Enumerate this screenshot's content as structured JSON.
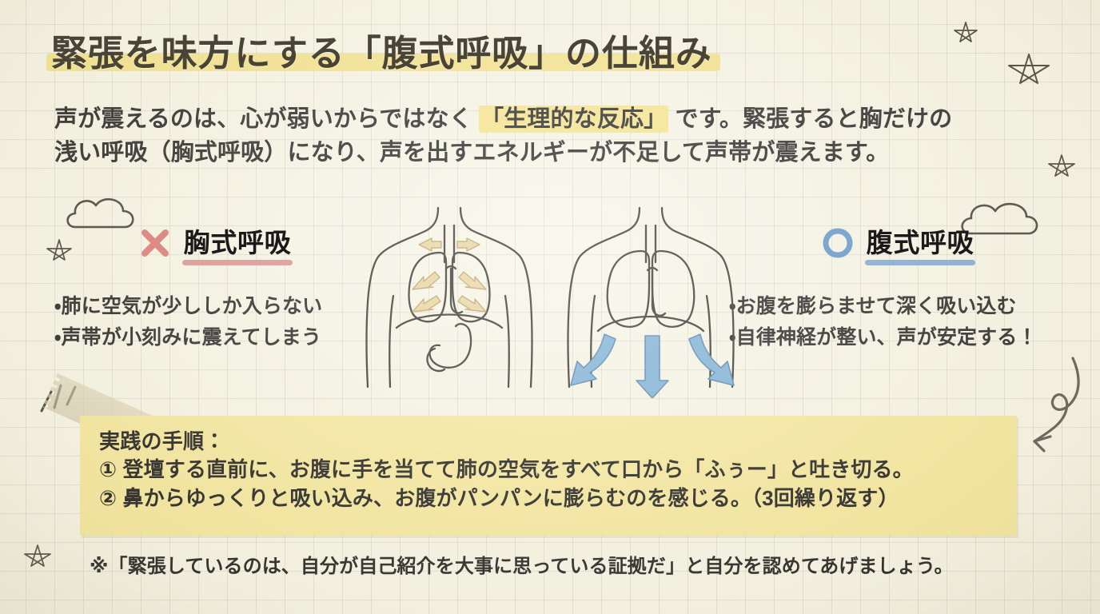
{
  "header": {
    "title": "緊張を味方にする「腹式呼吸」の仕組み",
    "subtitle_line1_a": "声が震えるのは、心が弱いからではなく ",
    "subtitle_highlight": "「生理的な反応」",
    "subtitle_line1_b": " です。緊張すると胸だけの",
    "subtitle_line2": "浅い呼吸（胸式呼吸）になり、声を出すエネルギーが不足して声帯が震えます。"
  },
  "comparison": {
    "bad": {
      "badge_icon": "cross-mark-icon",
      "title": "胸式呼吸",
      "bullets": [
        "肺に空気が少ししか入らない",
        "声帯が小刻みに震えてしまう"
      ]
    },
    "good": {
      "badge_icon": "circle-mark-icon",
      "title": "腹式呼吸",
      "bullets": [
        "お腹を膨らませて深く吸い込む",
        "自律神経が整い、声が安定する！"
      ]
    }
  },
  "illustration": {
    "left_label": "chest-breathing-torso-diagram",
    "left_arrow_icon": "upward-tan-arrows-icon",
    "right_label": "abdominal-breathing-torso-diagram",
    "right_arrow_icon": "downward-blue-arrows-icon"
  },
  "steps": {
    "heading": "実践の手順：",
    "items": [
      "① 登壇する直前に、お腹に手を当てて肺の空気をすべて口から「ふぅー」と吐き切る。",
      "② 鼻からゆっくりと吸い込み、お腹がパンパンに膨らむのを感じる。（3回繰り返す）"
    ]
  },
  "footnote": "※「緊張しているのは、自分が自己紹介を大事に思っている証拠だ」と自分を認めてあげましょう。",
  "decorations": {
    "items": [
      "cloud-doodle-icon",
      "star-doodle-icon",
      "curly-arrow-doodle-icon",
      "dash-marks-doodle-icon",
      "masking-tape-icon"
    ]
  },
  "colors": {
    "paper": "#f7f5e6",
    "grid_line": "#96968c",
    "title_text": "#4a4437",
    "title_highlight": "#f4e184",
    "subtitle_highlight": "#f6e488",
    "body_text": "#1a1a1a",
    "bad_accent": "#d9736e",
    "good_accent": "#5b8fc9",
    "steps_box": "#f6e799",
    "illustration_line": "#2e2b26",
    "tan_arrow": "#e8d39a",
    "blue_arrow": "#79aed6"
  }
}
